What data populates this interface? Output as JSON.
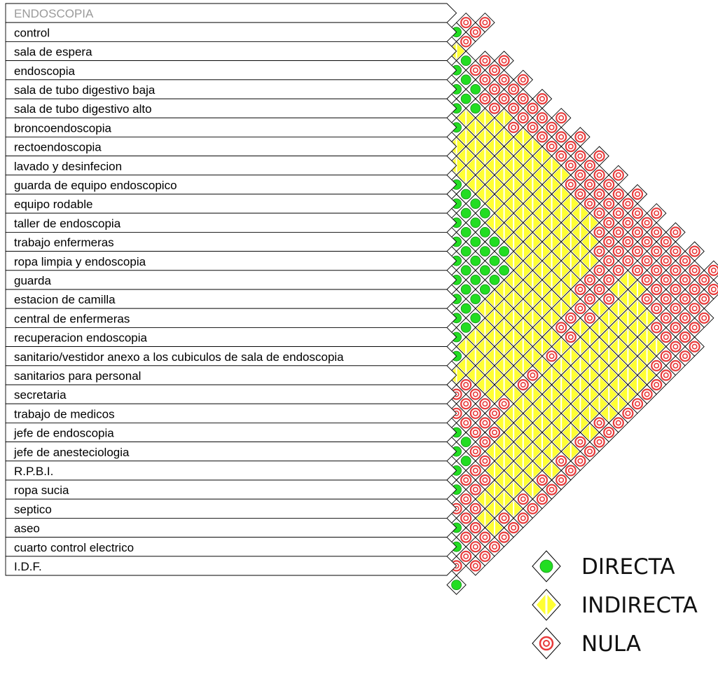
{
  "title": "ENDOSCOPIA",
  "areas": [
    "control",
    "sala de espera",
    "endoscopia",
    "sala de tubo digestivo baja",
    "sala de tubo digestivo alto",
    "broncoendoscopia",
    "rectoendoscopia",
    "lavado y desinfecion",
    "guarda de equipo endoscopico",
    "equipo rodable",
    "taller de endoscopia",
    "trabajo enfermeras",
    "ropa limpia y endoscopia",
    "guarda",
    "estacion de camilla",
    "central de enfermeras",
    "recuperacion endoscopia",
    "sanitario/vestidor anexo a los cubiculos de sala de endoscopia",
    "sanitarios para personal",
    "secretaria",
    "trabajo de medicos",
    "jefe de endoscopia",
    "jefe de anesteciologia",
    "R.P.B.I.",
    "ropa sucia",
    "septico",
    "aseo",
    "cuarto control electrico",
    "I.D.F."
  ],
  "legend": [
    {
      "key": "D",
      "label": "DIRECTA",
      "color": "#22dd22"
    },
    {
      "key": "I",
      "label": "INDIRECTA",
      "color": "#ffff33"
    },
    {
      "key": "N",
      "label": "NULA",
      "color": "#e83a3a"
    }
  ],
  "matrix_rows": [
    "DNNN",
    "IN",
    "DDNNNN",
    "DDDNNNNN",
    "DDDNNNNNNN",
    "DIIIIINNNNNN",
    "IIIIIIIIINNNNN",
    "IIIIIIIIIIINNNNN",
    "DIIIIIIIIIIINNNNNN",
    "DDDIIIIIIIIIINNNNNNN",
    "DDDDIIIIIIIIIIINNNNNNN",
    "DDDDDIIIIIIIIIINNNNNNNNN",
    "DDDDDDIIIIIIIIINNNNNNNNNNN",
    "DDDDDDIIIIIIIINNNNINNNNNNNNN",
    "DDDDIIIIIIIIINNNNIIINNNNNNNN",
    "DDDIIIIIIIIINNNIIIIIINNNNNN",
    "DDIIIIIIIIINNIIIIIIIINNNNN",
    "DIIIIIIIIINIIIIIIIIIIINNNN",
    "IIIIIIIINIIIIIIIIIIIINNN",
    "NNNIIIINIIIIIIIIIIIINN",
    "NNNNNNIIIIIIIIIIIINN",
    "DNNNNIIIIIIIIIINNN",
    "DDNNIIIIIIIIINNN",
    "DDNNIIIIIIINNN",
    "DNNNIIIIINNN",
    "NNNIIIINNN",
    "DNNIINNN",
    "DNNNNN",
    "NNNN",
    "D"
  ]
}
